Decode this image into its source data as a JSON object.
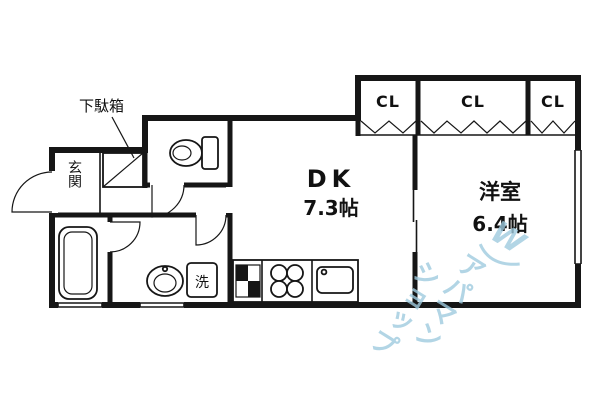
{
  "floorplan": {
    "callout": {
      "shoe_cabinet": "下駄箱"
    },
    "rooms": {
      "entrance": "玄関",
      "dining_kitchen": {
        "name": "DK",
        "size": "7.3帖"
      },
      "western_room": {
        "name": "洋室",
        "size": "6.4帖"
      },
      "laundry": "洗"
    },
    "closets": [
      "CL",
      "CL",
      "CL"
    ],
    "watermark": {
      "line1": "アパマン",
      "line2": "ショップ",
      "logo": "W",
      "color": "#9fcbdf"
    },
    "colors": {
      "wall": "#161616",
      "background": "#ffffff"
    }
  }
}
